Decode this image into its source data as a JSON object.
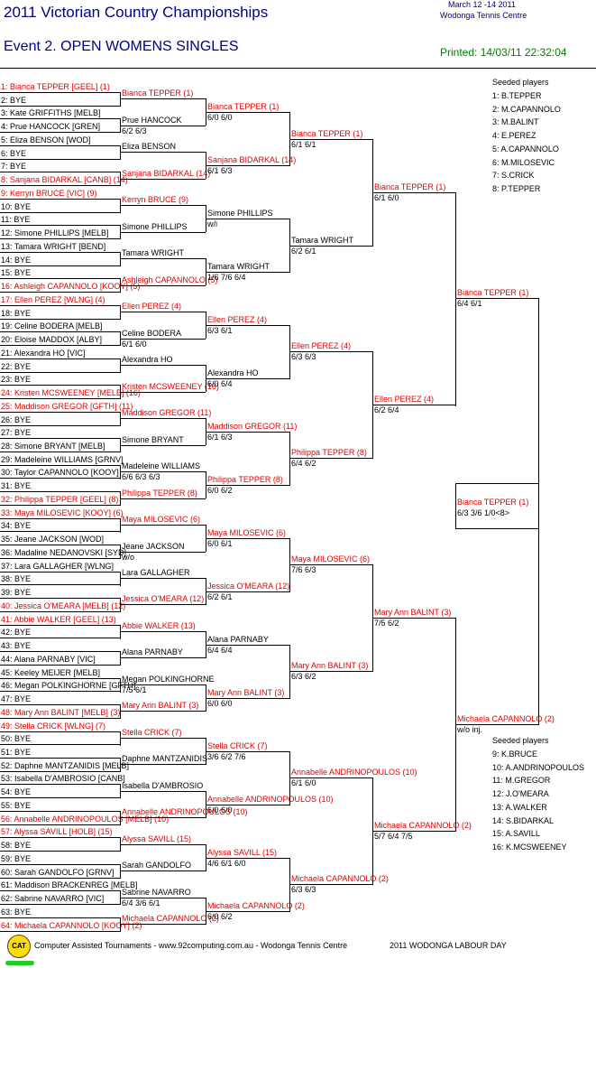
{
  "header": {
    "title": "2011 Victorian Country Championships",
    "date": "March 12 -14 2011",
    "venue": "Wodonga Tennis Centre",
    "event": "Event 2. OPEN WOMENS SINGLES",
    "printed": "Printed: 14/03/11 22:32:04"
  },
  "draw": [
    {
      "label": "1: Bianca TEPPER [GEEL] (1)",
      "red": true
    },
    {
      "label": "2: BYE",
      "red": false
    },
    {
      "label": "3: Kate GRIFFITHS [MELB]",
      "red": false
    },
    {
      "label": "4: Prue HANCOCK [GREN]",
      "red": false
    },
    {
      "label": "5: Eliza BENSON [WOD]",
      "red": false
    },
    {
      "label": "6: BYE",
      "red": false
    },
    {
      "label": "7: BYE",
      "red": false
    },
    {
      "label": "8: Sanjana BIDARKAL [CANB] (14)",
      "red": true
    },
    {
      "label": "9: Kerryn BRUCE [VIC] (9)",
      "red": true
    },
    {
      "label": "10: BYE",
      "red": false
    },
    {
      "label": "11: BYE",
      "red": false
    },
    {
      "label": "12: Simone PHILLIPS [MELB]",
      "red": false
    },
    {
      "label": "13: Tamara WRIGHT [BEND]",
      "red": false
    },
    {
      "label": "14: BYE",
      "red": false
    },
    {
      "label": "15: BYE",
      "red": false
    },
    {
      "label": "16: Ashleigh CAPANNOLO [KOOY] (5)",
      "red": true
    },
    {
      "label": "17: Ellen PEREZ [WLNG] (4)",
      "red": true
    },
    {
      "label": "18: BYE",
      "red": false
    },
    {
      "label": "19: Celine BODERA [MELB]",
      "red": false
    },
    {
      "label": "20: Eloise MADDOX [ALBY]",
      "red": false
    },
    {
      "label": "21: Alexandra HO [VIC]",
      "red": false
    },
    {
      "label": "22: BYE",
      "red": false
    },
    {
      "label": "23: BYE",
      "red": false
    },
    {
      "label": "24: Kristen MCSWEENEY [MELB] (16)",
      "red": true
    },
    {
      "label": "25: Maddison GREGOR [GFTH] (11)",
      "red": true
    },
    {
      "label": "26: BYE",
      "red": false
    },
    {
      "label": "27: BYE",
      "red": false
    },
    {
      "label": "28: Simone BRYANT [MELB]",
      "red": false
    },
    {
      "label": "29: Madeleine WILLIAMS [GRNV]",
      "red": false
    },
    {
      "label": "30: Taylor CAPANNOLO [KOOY]",
      "red": false
    },
    {
      "label": "31: BYE",
      "red": false
    },
    {
      "label": "32: Philippa TEPPER [GEEL] (8)",
      "red": true
    },
    {
      "label": "33: Maya MILOSEVIC [KOOY] (6)",
      "red": true
    },
    {
      "label": "34: BYE",
      "red": false
    },
    {
      "label": "35: Jeane JACKSON [WOD]",
      "red": false
    },
    {
      "label": "36: Madaline NEDANOVSKI [SYD]",
      "red": false
    },
    {
      "label": "37: Lara GALLAGHER [WLNG]",
      "red": false
    },
    {
      "label": "38: BYE",
      "red": false
    },
    {
      "label": "39: BYE",
      "red": false
    },
    {
      "label": "40: Jessica O'MEARA [MELB] (12)",
      "red": true
    },
    {
      "label": "41: Abbie WALKER [GEEL] (13)",
      "red": true
    },
    {
      "label": "42: BYE",
      "red": false
    },
    {
      "label": "43: BYE",
      "red": false
    },
    {
      "label": "44: Alana PARNABY [VIC]",
      "red": false
    },
    {
      "label": "45: Keeley MEIJER [MELB]",
      "red": false
    },
    {
      "label": "46: Megan POLKINGHORNE [GFTH]",
      "red": false
    },
    {
      "label": "47: BYE",
      "red": false
    },
    {
      "label": "48: Mary Ann BALINT [MELB] (3)",
      "red": true
    },
    {
      "label": "49: Stella CRICK [WLNG] (7)",
      "red": true
    },
    {
      "label": "50: BYE",
      "red": false
    },
    {
      "label": "51: BYE",
      "red": false
    },
    {
      "label": "52: Daphne MANTZANIDIS [MELB]",
      "red": false
    },
    {
      "label": "53: Isabella D'AMBROSIO [CANB]",
      "red": false
    },
    {
      "label": "54: BYE",
      "red": false
    },
    {
      "label": "55: BYE",
      "red": false
    },
    {
      "label": "56: Annabelle ANDRINOPOULOS [MELB] (10)",
      "red": true
    },
    {
      "label": "57: Alyssa SAVILL [HOLB] (15)",
      "red": true
    },
    {
      "label": "58: BYE",
      "red": false
    },
    {
      "label": "59: BYE",
      "red": false
    },
    {
      "label": "60: Sarah GANDOLFO [GRNV]",
      "red": false
    },
    {
      "label": "61: Maddison BRACKENREG [MELB]",
      "red": false
    },
    {
      "label": "62: Sabrine NAVARRO [VIC]",
      "red": false
    },
    {
      "label": "63: BYE",
      "red": false
    },
    {
      "label": "64: Michaela CAPANNOLO [KOOY] (2)",
      "red": true
    }
  ],
  "round2": [
    {
      "name": "Bianca TEPPER (1)",
      "score": "",
      "red": true
    },
    {
      "name": "Prue HANCOCK",
      "score": "6/2 6/3",
      "red": false
    },
    {
      "name": "Eliza BENSON",
      "score": "",
      "red": false
    },
    {
      "name": "Sanjana BIDARKAL (14)",
      "score": "",
      "red": true
    },
    {
      "name": "Kerryn BRUCE (9)",
      "score": "",
      "red": true
    },
    {
      "name": "Simone PHILLIPS",
      "score": "",
      "red": false
    },
    {
      "name": "Tamara WRIGHT",
      "score": "",
      "red": false
    },
    {
      "name": "Ashleigh CAPANNOLO (5)",
      "score": "",
      "red": true
    },
    {
      "name": "Ellen PEREZ (4)",
      "score": "",
      "red": true
    },
    {
      "name": "Celine BODERA",
      "score": "6/1 6/0",
      "red": false
    },
    {
      "name": "Alexandra HO",
      "score": "",
      "red": false
    },
    {
      "name": "Kristen MCSWEENEY (16)",
      "score": "",
      "red": true
    },
    {
      "name": "Maddison GREGOR (11)",
      "score": "",
      "red": true
    },
    {
      "name": "Simone BRYANT",
      "score": "",
      "red": false
    },
    {
      "name": "Madeleine WILLIAMS",
      "score": "6/6 6/3 6/3",
      "red": false
    },
    {
      "name": "Philippa TEPPER (8)",
      "score": "",
      "red": true
    },
    {
      "name": "Maya MILOSEVIC (6)",
      "score": "",
      "red": true
    },
    {
      "name": "Jeane JACKSON",
      "score": "w/o",
      "red": false
    },
    {
      "name": "Lara GALLAGHER",
      "score": "",
      "red": false
    },
    {
      "name": "Jessica O'MEARA (12)",
      "score": "",
      "red": true
    },
    {
      "name": "Abbie WALKER (13)",
      "score": "",
      "red": true
    },
    {
      "name": "Alana PARNABY",
      "score": "",
      "red": false
    },
    {
      "name": "Megan POLKINGHORNE",
      "score": "7/5 6/1",
      "red": false
    },
    {
      "name": "Mary Ann BALINT (3)",
      "score": "",
      "red": true
    },
    {
      "name": "Stella CRICK (7)",
      "score": "",
      "red": true
    },
    {
      "name": "Daphne MANTZANIDIS",
      "score": "",
      "red": false
    },
    {
      "name": "Isabella D'AMBROSIO",
      "score": "",
      "red": false
    },
    {
      "name": "Annabelle ANDRINOPOULOS (10)",
      "score": "",
      "red": true
    },
    {
      "name": "Alyssa SAVILL (15)",
      "score": "",
      "red": true
    },
    {
      "name": "Sarah GANDOLFO",
      "score": "",
      "red": false
    },
    {
      "name": "Sabrine NAVARRO",
      "score": "6/4 3/6 6/1",
      "red": false
    },
    {
      "name": "Michaela CAPANNOLO (2)",
      "score": "",
      "red": true
    }
  ],
  "round3": [
    {
      "name": "Bianca TEPPER (1)",
      "score": "6/0 6/0",
      "red": true
    },
    {
      "name": "Sanjana BIDARKAL (14)",
      "score": "6/1 6/3",
      "red": true
    },
    {
      "name": "Simone PHILLIPS",
      "score": "w/i",
      "red": false
    },
    {
      "name": "Tamara WRIGHT",
      "score": "1/6 7/6 6/4",
      "red": false
    },
    {
      "name": "Ellen PEREZ (4)",
      "score": "6/3 6/1",
      "red": true
    },
    {
      "name": "Alexandra HO",
      "score": "6/0 6/4",
      "red": false
    },
    {
      "name": "Maddison GREGOR (11)",
      "score": "6/1 6/3",
      "red": true
    },
    {
      "name": "Philippa TEPPER (8)",
      "score": "6/0 6/2",
      "red": true
    },
    {
      "name": "Maya MILOSEVIC (6)",
      "score": "6/0 6/1",
      "red": true
    },
    {
      "name": "Jessica O'MEARA (12)",
      "score": "6/2 6/1",
      "red": true
    },
    {
      "name": "Alana PARNABY",
      "score": "6/4 6/4",
      "red": false
    },
    {
      "name": "Mary Ann BALINT (3)",
      "score": "6/0 6/0",
      "red": true
    },
    {
      "name": "Stella CRICK (7)",
      "score": "3/6 6/2 7/6",
      "red": true
    },
    {
      "name": "Annabelle ANDRINOPOULOS (10)",
      "score": "6/0 6/0",
      "red": true
    },
    {
      "name": "Alyssa SAVILL (15)",
      "score": "4/6 6/1 6/0",
      "red": true
    },
    {
      "name": "Michaela CAPANNOLO (2)",
      "score": "6/0 6/2",
      "red": true
    }
  ],
  "round4": [
    {
      "name": "Bianca TEPPER (1)",
      "score": "6/1 6/1",
      "red": true
    },
    {
      "name": "Tamara WRIGHT",
      "score": "6/2 6/1",
      "red": false
    },
    {
      "name": "Ellen PEREZ (4)",
      "score": "6/3 6/3",
      "red": true
    },
    {
      "name": "Philippa TEPPER (8)",
      "score": "6/4 6/2",
      "red": true
    },
    {
      "name": "Maya MILOSEVIC (6)",
      "score": "7/6 6/3",
      "red": true
    },
    {
      "name": "Mary Ann BALINT (3)",
      "score": "6/3 6/2",
      "red": true
    },
    {
      "name": "Annabelle ANDRINOPOULOS (10)",
      "score": "6/1 6/0",
      "red": true
    },
    {
      "name": "Michaela CAPANNOLO (2)",
      "score": "6/3 6/3",
      "red": true
    }
  ],
  "round5": [
    {
      "name": "Bianca TEPPER (1)",
      "score": "6/1 6/0",
      "red": true
    },
    {
      "name": "Ellen PEREZ (4)",
      "score": "6/2 6/4",
      "red": true
    },
    {
      "name": "Mary Ann BALINT (3)",
      "score": "7/5 6/2",
      "red": true
    },
    {
      "name": "Michaela CAPANNOLO (2)",
      "score": "5/7 6/4 7/5",
      "red": true
    }
  ],
  "round6": [
    {
      "name": "Bianca TEPPER (1)",
      "score": "6/4 6/1",
      "red": true
    },
    {
      "name": "Michaela CAPANNOLO (2)",
      "score": "w/o inj.",
      "red": true
    }
  ],
  "winner": {
    "name": "Bianca TEPPER (1)",
    "score": "6/3 3/6 1/0<8>",
    "red": true
  },
  "seeds1": {
    "title": "Seeded players",
    "items": [
      "1: B.TEPPER",
      "2: M.CAPANNOLO",
      "3: M.BALINT",
      "4: E.PEREZ",
      "5: A.CAPANNOLO",
      "6: M.MILOSEVIC",
      "7: S.CRICK",
      "8: P.TEPPER"
    ]
  },
  "seeds2": {
    "title": "Seeded players",
    "items": [
      "9: K.BRUCE",
      "10: A.ANDRINOPOULOS",
      "11: M.GREGOR",
      "12: J.O'MEARA",
      "13: A.WALKER",
      "14: S.BIDARKAL",
      "15: A.SAVILL",
      "16: K.MCSWEENEY"
    ]
  },
  "footer": {
    "logo": "CAT",
    "text": "Computer Assisted Tournaments - www.92computing.com.au -  Wodonga Tennis Centre",
    "right": "2011 WODONGA LABOUR DAY"
  },
  "colors": {
    "winner": "#e00000",
    "text": "#000000",
    "header": "#000080",
    "printed": "#008000"
  }
}
